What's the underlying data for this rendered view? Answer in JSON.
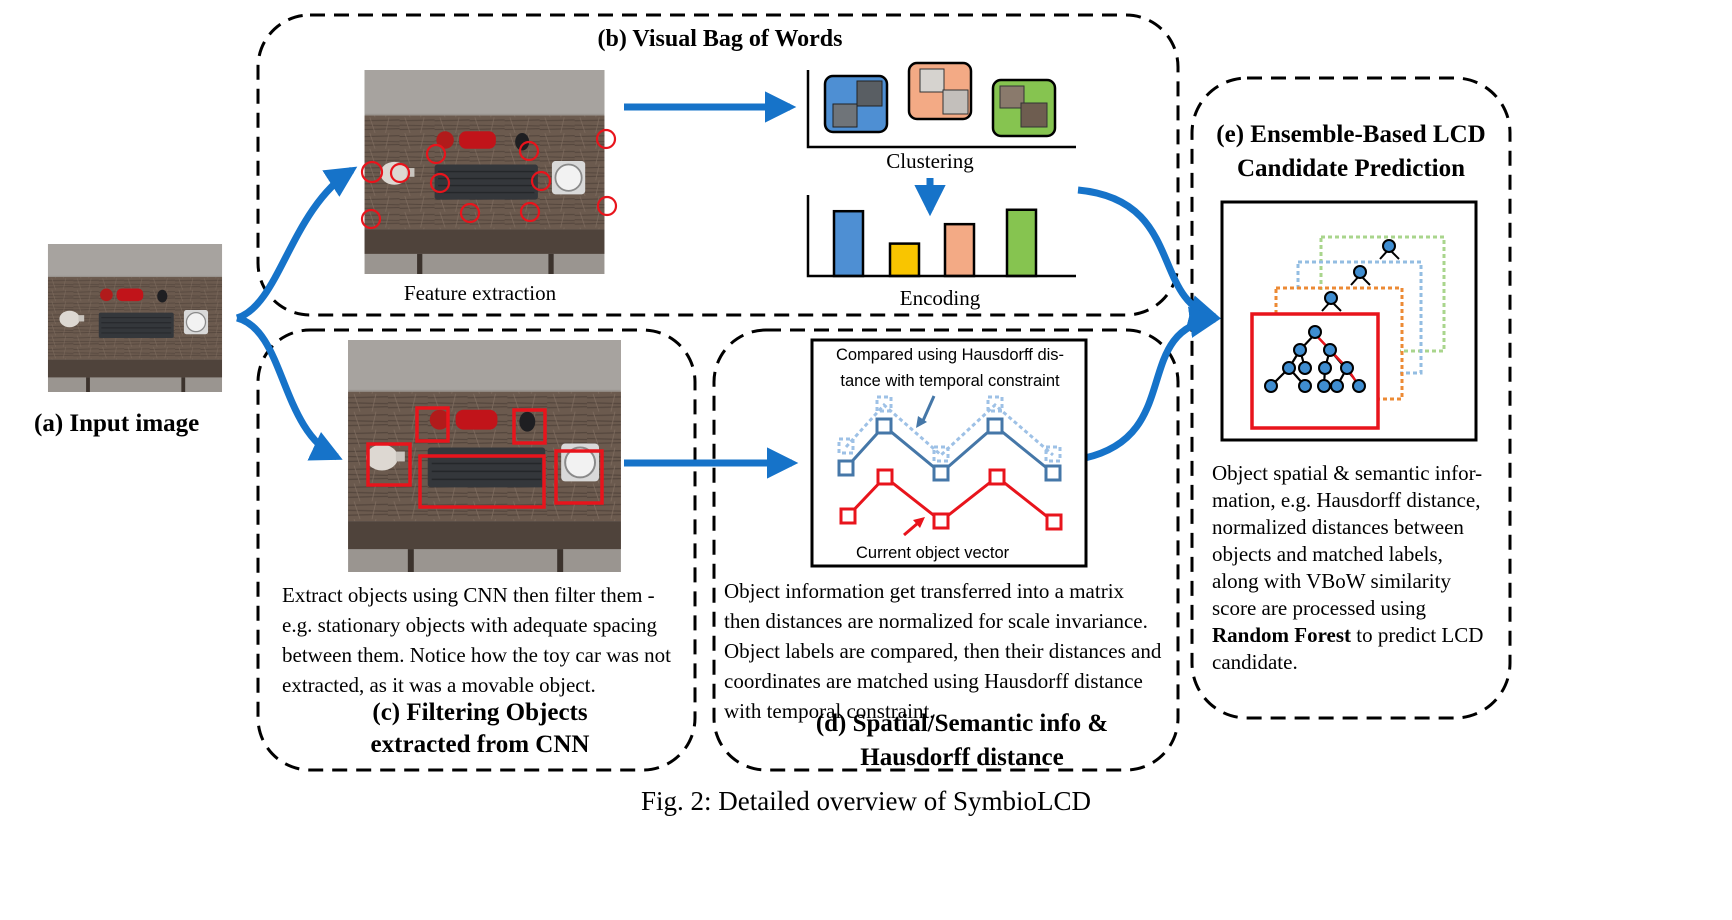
{
  "figure": {
    "caption": "Fig. 2: Detailed overview of SymbioLCD"
  },
  "panel_a": {
    "title": "(a) Input image"
  },
  "panel_b": {
    "title": "(b) Visual Bag of Words",
    "feature_label": "Feature extraction",
    "clustering_label": "Clustering",
    "encoding_label": "Encoding",
    "cluster_colors": [
      "#4e8fd3",
      "#f3aa85",
      "#86c450"
    ],
    "bar_values": [
      0.9,
      0.45,
      0.72,
      0.92
    ],
    "bar_colors": [
      "#4e8fd3",
      "#f9c500",
      "#f3aa85",
      "#86c450"
    ]
  },
  "panel_c": {
    "title_line1": "(c) Filtering Objects",
    "title_line2": "extracted from CNN",
    "desc_lines": [
      "Extract objects using CNN then filter them -",
      "e.g. stationary objects with adequate spacing",
      "between them. Notice how the toy car was not",
      "extracted, as it was a movable object."
    ]
  },
  "panel_d": {
    "title_line1": "(d)  Spatial/Semantic info &",
    "title_line2": "Hausdorff distance",
    "annotation_top_line1": "Compared using Hausdorff dis-",
    "annotation_top_line2": "tance with temporal constraint",
    "annotation_bottom": "Current object vector",
    "desc_lines": [
      "Object information get transferred into a matrix",
      "then distances are normalized for scale invariance.",
      "Object labels are compared, then their distances and",
      "coordinates are matched using Hausdorff distance",
      "with temporal constraint."
    ]
  },
  "panel_e": {
    "title_line1": "(e) Ensemble-Based LCD",
    "title_line2": "Candidate Prediction",
    "desc_lines": [
      "Object spatial & semantic infor-",
      "mation, e.g. Hausdorff distance,",
      "normalized distances between",
      "objects and matched labels,",
      "along with VBoW similarity",
      "score are processed using"
    ],
    "desc_bold": "Random Forest",
    "desc_after_bold": " to predict LCD",
    "desc_last": "candidate."
  },
  "colors": {
    "arrow_blue": "#1673c9",
    "highlight_red": "#e8141c",
    "line_blue": "#4577a8",
    "line_blue_light": "#9ec1e6",
    "tree_orange": "#ec8a34",
    "tree_blue": "#93bde2",
    "tree_green": "#a9d58c",
    "node_fill": "#3f8dd0"
  }
}
